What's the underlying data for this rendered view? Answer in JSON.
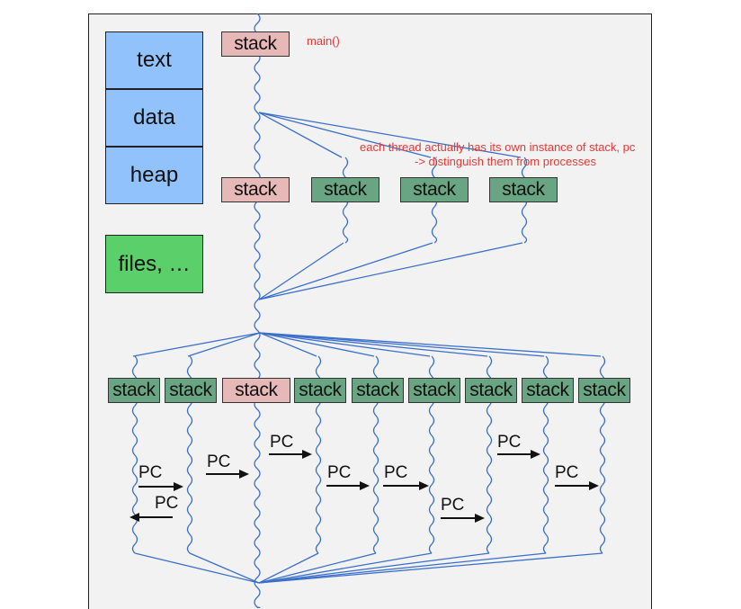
{
  "segments": {
    "text": "text",
    "data": "data",
    "heap": "heap",
    "files": "files, …"
  },
  "stack_label": "stack",
  "pc_label": "PC",
  "annotations": {
    "main": "main()",
    "note_line1": "each thread actually has its own instance of stack, pc",
    "note_line2": "-> distinguish them from processes"
  },
  "colors": {
    "thread_line": "#3a6fc9",
    "main_stack": "#e6b8b7",
    "thread_stack": "#69a582",
    "text_data_heap": "#92c2fb",
    "files": "#5bd06a",
    "annotation": "#e53935"
  }
}
